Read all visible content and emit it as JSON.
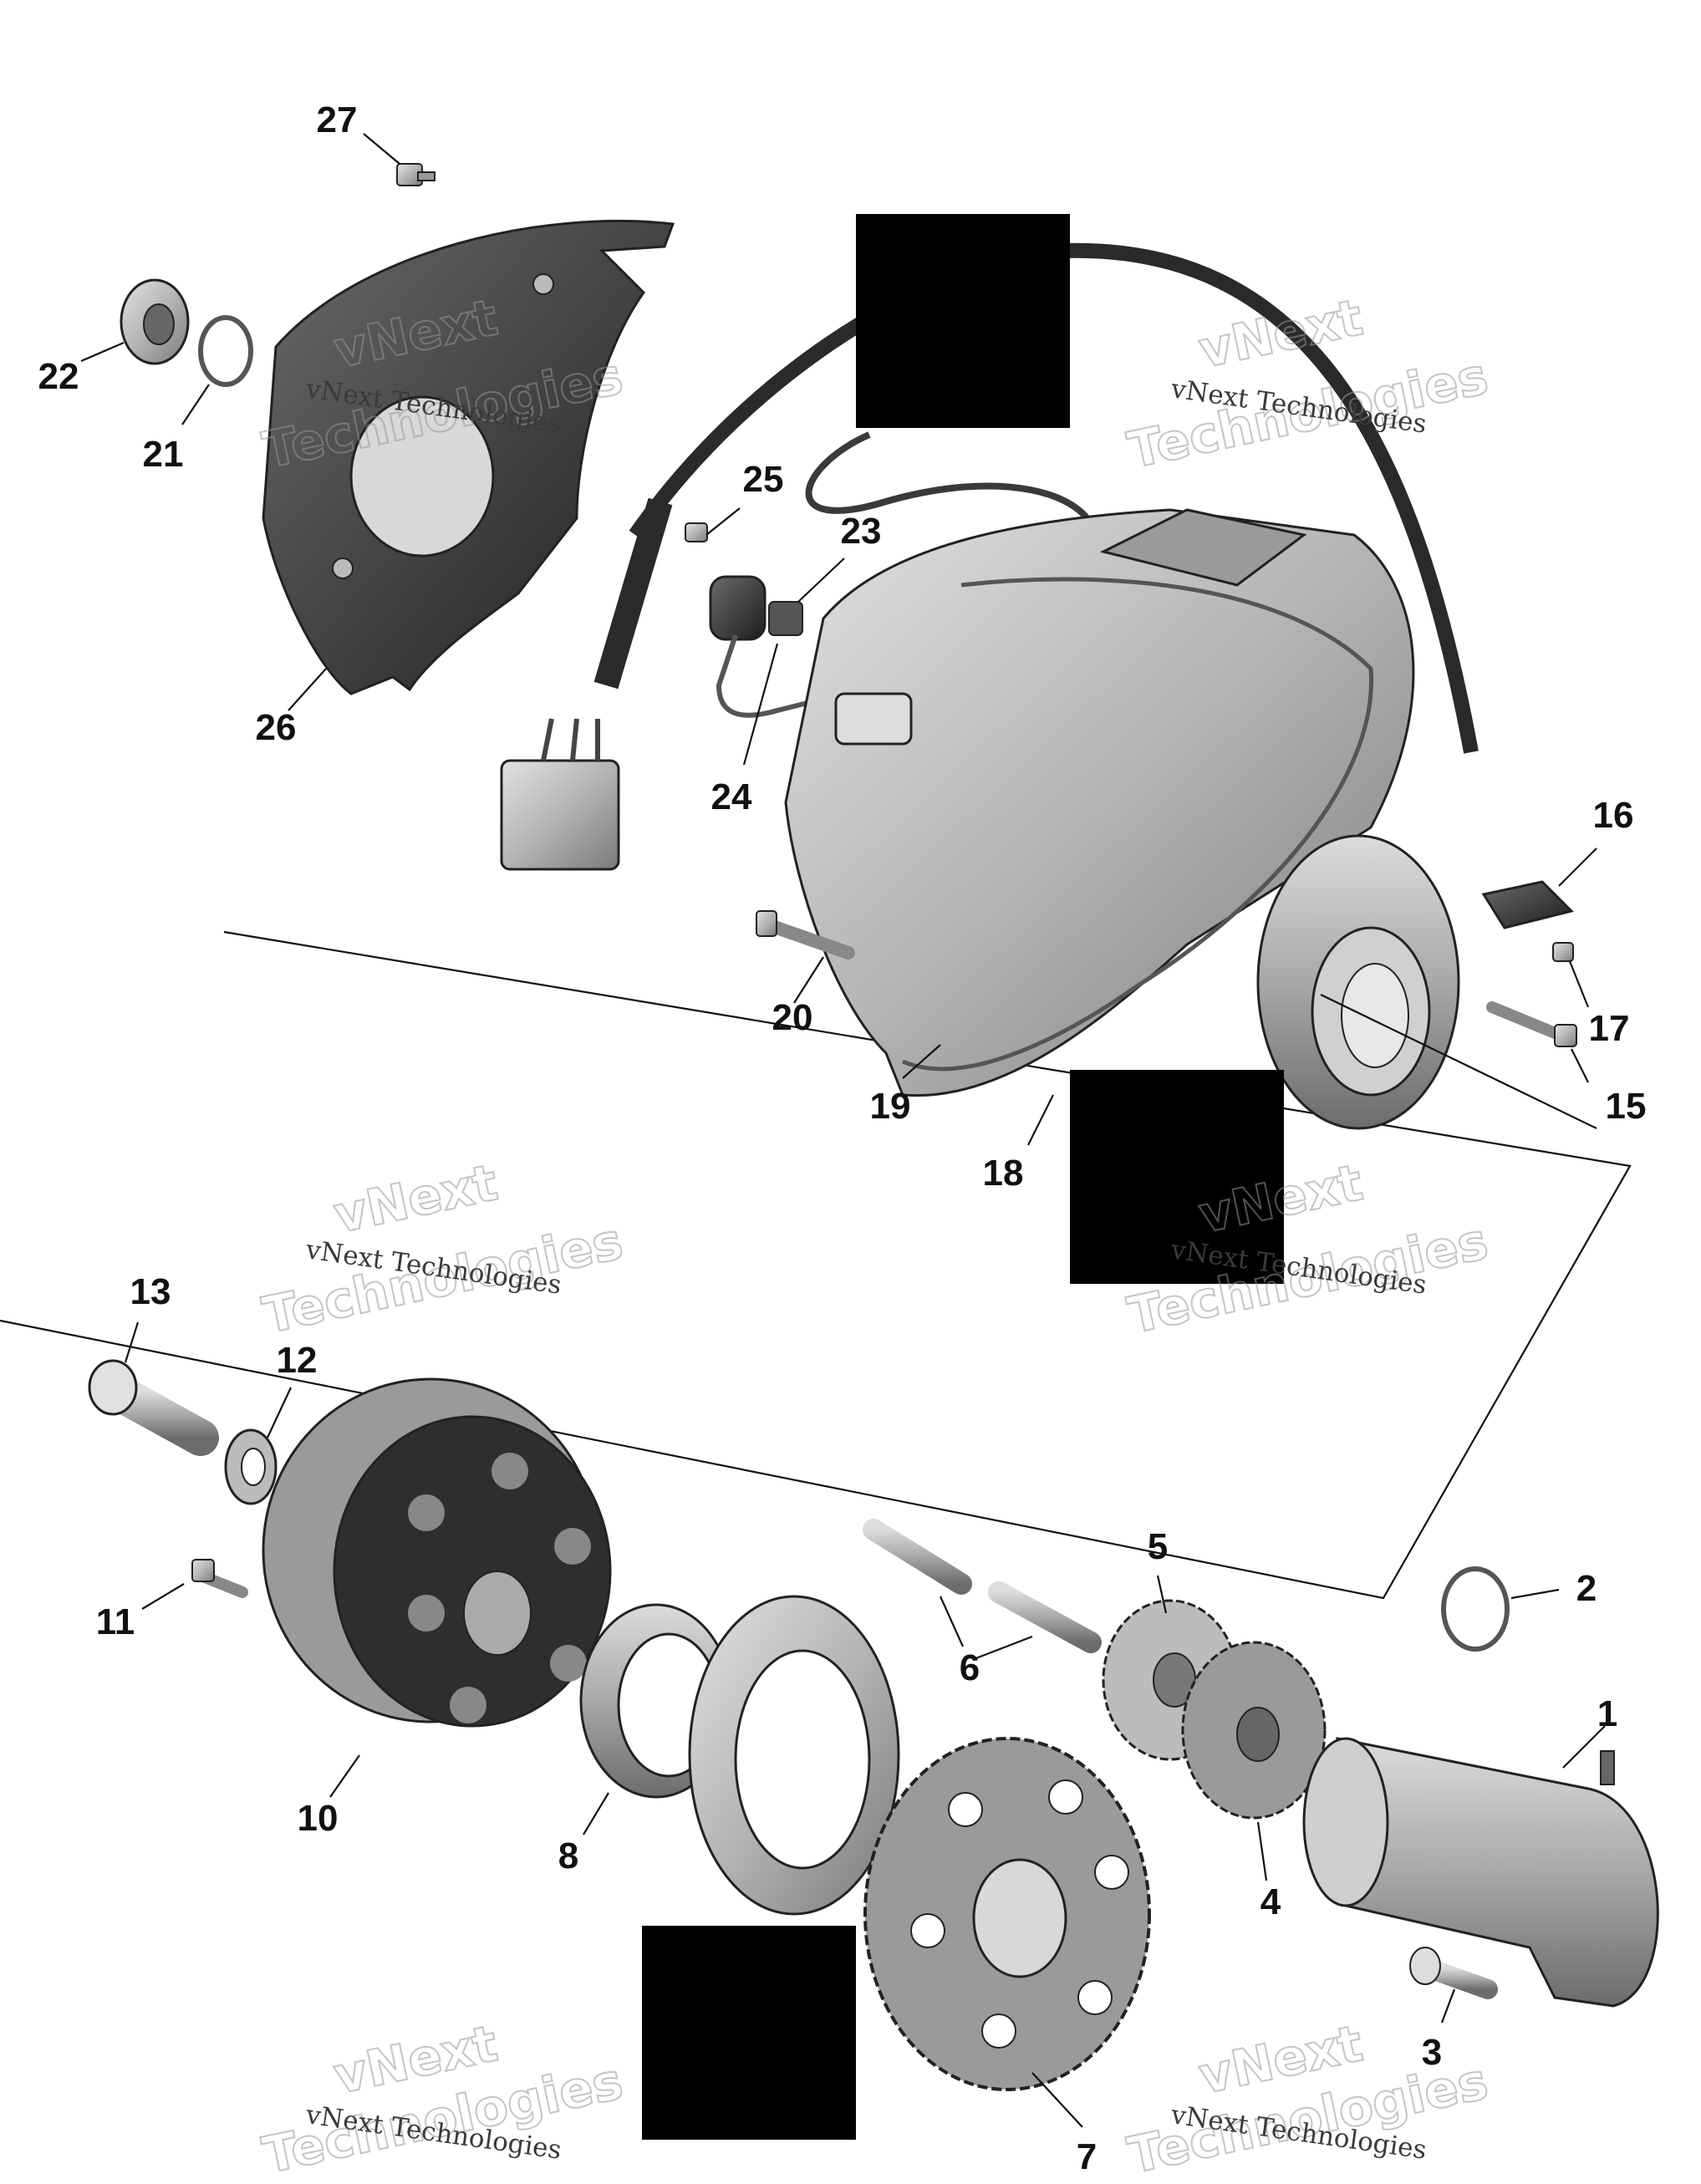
{
  "callouts": [
    {
      "label": "27"
    },
    {
      "label": "22"
    },
    {
      "label": "21"
    },
    {
      "label": "26"
    },
    {
      "label": "25"
    },
    {
      "label": "23"
    },
    {
      "label": "24"
    },
    {
      "label": "16"
    },
    {
      "label": "17"
    },
    {
      "label": "15"
    },
    {
      "label": "20"
    },
    {
      "label": "19"
    },
    {
      "label": "18"
    },
    {
      "label": "13"
    },
    {
      "label": "12"
    },
    {
      "label": "11"
    },
    {
      "label": "10"
    },
    {
      "label": "8"
    },
    {
      "label": "6"
    },
    {
      "label": "5"
    },
    {
      "label": "2"
    },
    {
      "label": "1"
    },
    {
      "label": "4"
    },
    {
      "label": "3"
    },
    {
      "label": "7"
    }
  ],
  "watermark": {
    "small": "vNext Technologies",
    "big_line1": "vNext",
    "big_line2": "Technologies"
  },
  "colors": {
    "part_light": "#bdbdbd",
    "part_mid": "#9a9a9a",
    "part_dark": "#4a4a4a",
    "part_black": "#2a2a2a",
    "redaction": "#000000"
  }
}
